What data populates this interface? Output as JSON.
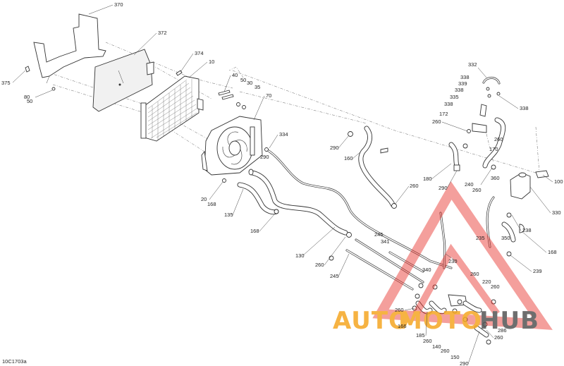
{
  "diagram": {
    "drawing_code": "10C1703a",
    "watermark": {
      "part1": "AUTO",
      "part2": "MOTO",
      "part3": "HUB",
      "color_orange": "#f5a623",
      "color_red": "#e8312a",
      "color_gray": "#555555"
    },
    "callouts": [
      {
        "id": "c370",
        "text": "370"
      },
      {
        "id": "c372",
        "text": "372"
      },
      {
        "id": "c374",
        "text": "374"
      },
      {
        "id": "c10",
        "text": "10"
      },
      {
        "id": "c375",
        "text": "375"
      },
      {
        "id": "c80",
        "text": "80"
      },
      {
        "id": "c50a",
        "text": "50"
      },
      {
        "id": "c40",
        "text": "40"
      },
      {
        "id": "c50b",
        "text": "50"
      },
      {
        "id": "c30",
        "text": "30"
      },
      {
        "id": "c35",
        "text": "35"
      },
      {
        "id": "c70",
        "text": "70"
      },
      {
        "id": "c334",
        "text": "334"
      },
      {
        "id": "c290a",
        "text": "290"
      },
      {
        "id": "c290b",
        "text": "290"
      },
      {
        "id": "c160",
        "text": "160"
      },
      {
        "id": "c20",
        "text": "20"
      },
      {
        "id": "c168a",
        "text": "168"
      },
      {
        "id": "c135",
        "text": "135"
      },
      {
        "id": "c168b",
        "text": "168"
      },
      {
        "id": "c130",
        "text": "130"
      },
      {
        "id": "c260a",
        "text": "260"
      },
      {
        "id": "c260b",
        "text": "260"
      },
      {
        "id": "c245a",
        "text": "245"
      },
      {
        "id": "c341",
        "text": "341"
      },
      {
        "id": "c245b",
        "text": "245"
      },
      {
        "id": "c332",
        "text": "332"
      },
      {
        "id": "c338a",
        "text": "338"
      },
      {
        "id": "c339",
        "text": "339"
      },
      {
        "id": "c338b",
        "text": "338"
      },
      {
        "id": "c335",
        "text": "335"
      },
      {
        "id": "c338c",
        "text": "338"
      },
      {
        "id": "c338d",
        "text": "338"
      },
      {
        "id": "c172",
        "text": "172"
      },
      {
        "id": "c260c",
        "text": "260"
      },
      {
        "id": "c260d",
        "text": "260"
      },
      {
        "id": "c170",
        "text": "170"
      },
      {
        "id": "c180",
        "text": "180"
      },
      {
        "id": "c290c",
        "text": "290"
      },
      {
        "id": "c240",
        "text": "240"
      },
      {
        "id": "c260e",
        "text": "260"
      },
      {
        "id": "c360",
        "text": "360"
      },
      {
        "id": "c100",
        "text": "100"
      },
      {
        "id": "c330",
        "text": "330"
      },
      {
        "id": "c238",
        "text": "238"
      },
      {
        "id": "c235",
        "text": "235"
      },
      {
        "id": "c350",
        "text": "350"
      },
      {
        "id": "c168c",
        "text": "168"
      },
      {
        "id": "c239",
        "text": "239"
      },
      {
        "id": "c230",
        "text": "230"
      },
      {
        "id": "c340",
        "text": "340"
      },
      {
        "id": "c260f",
        "text": "260"
      },
      {
        "id": "c220",
        "text": "220"
      },
      {
        "id": "c260g",
        "text": "260"
      },
      {
        "id": "c260h",
        "text": "260"
      },
      {
        "id": "c166",
        "text": "166"
      },
      {
        "id": "c185",
        "text": "185"
      },
      {
        "id": "c260i",
        "text": "260"
      },
      {
        "id": "c140",
        "text": "140"
      },
      {
        "id": "c260j",
        "text": "260"
      },
      {
        "id": "c150",
        "text": "150"
      },
      {
        "id": "c290d",
        "text": "290"
      },
      {
        "id": "c260k",
        "text": "260"
      },
      {
        "id": "c286",
        "text": "286"
      }
    ]
  }
}
